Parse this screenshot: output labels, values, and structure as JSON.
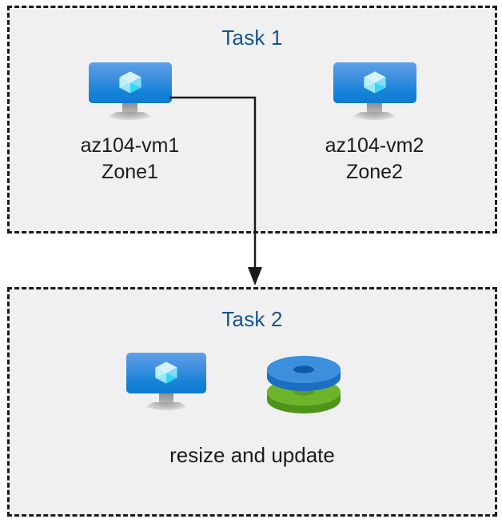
{
  "diagram": {
    "title_color": "#14558f",
    "box_fill": "#f0f0f0",
    "box_border_color": "#1a1a1a",
    "page_background": "#ffffff",
    "connector_color": "#1a1a1a"
  },
  "task1": {
    "title": "Task 1",
    "nodes": [
      {
        "icon": "azure-virtual-machine-icon",
        "name": "az104-vm1",
        "zone": "Zone1",
        "label": "az104-vm1\nZone1"
      },
      {
        "icon": "azure-virtual-machine-icon",
        "name": "az104-vm2",
        "zone": "Zone2",
        "label": "az104-vm2\nZone2"
      }
    ]
  },
  "task2": {
    "title": "Task 2",
    "caption": "resize and update",
    "icons": [
      {
        "icon": "azure-virtual-machine-icon",
        "name": "virtual-machine"
      },
      {
        "icon": "azure-disks-icon",
        "name": "managed-disks"
      }
    ]
  },
  "connector": {
    "from": "az104-vm1",
    "to": "Task 2",
    "style": "elbow-arrow"
  },
  "colors": {
    "vm_screen_top": "#5ea0e8",
    "vm_screen_bottom": "#0f7ad0",
    "vm_cube_light": "#cdf1fb",
    "vm_cube_mid": "#8fe2f7",
    "vm_cube_dark": "#2fd2f5",
    "disk_blue_top": "#3b8fdc",
    "disk_blue_side": "#1b6ec2",
    "disk_blue_hole": "#0d5ba6",
    "disk_green_top": "#6eb42a",
    "disk_green_side": "#4f9418",
    "disk_green_hole": "#5a9c22",
    "stand_gray": "#a8a8a8"
  }
}
